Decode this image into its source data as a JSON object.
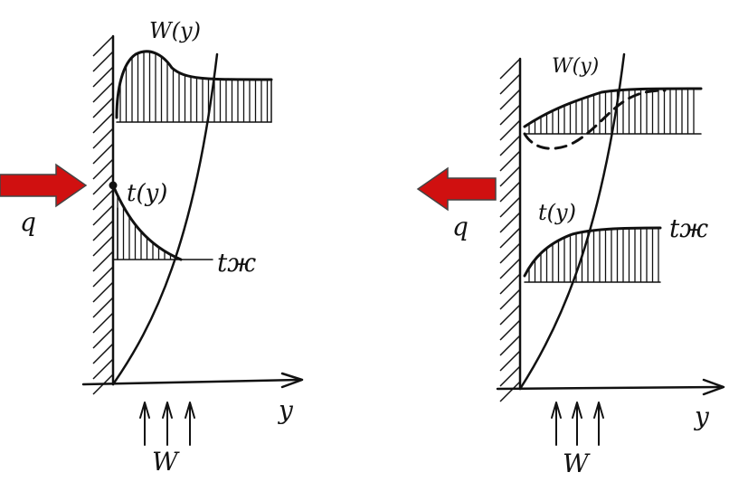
{
  "panels": [
    {
      "velocity_label": "W(y)",
      "temp_label": "t(y)",
      "fluid_temp_label": "tж",
      "axis_label": "y",
      "flow_label": "W",
      "heat_label": "q",
      "heat_direction": "into-wall"
    },
    {
      "velocity_label": "W(y)",
      "temp_label": "t(y)",
      "fluid_temp_label": "tж",
      "axis_label": "y",
      "flow_label": "W",
      "heat_label": "q",
      "heat_direction": "away-from-wall"
    }
  ],
  "colors": {
    "ink": "#111111",
    "heat_arrow": "#d01010"
  }
}
